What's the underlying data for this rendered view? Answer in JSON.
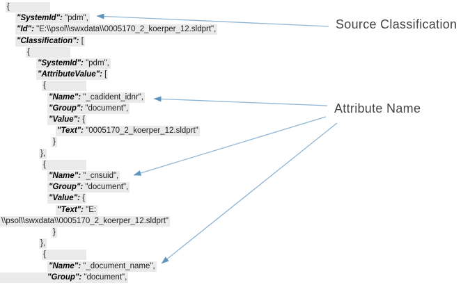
{
  "document_type": "json-viewer-annotated",
  "annotations": {
    "labels": [
      {
        "id": "source-classification",
        "text": "Source Classification"
      },
      {
        "id": "attribute-name",
        "text": "Attribute Name"
      }
    ],
    "label_color": "#454545",
    "arrow_line_color": "#8fb6d6",
    "arrow_head_color": "#5f94bd"
  },
  "json_view": {
    "highlight_color": "#eaeaea",
    "key_color": "#000000",
    "value_color": "#1c1c1c",
    "lines": [
      {
        "indent": 8,
        "key": "",
        "text": "{",
        "trail": 58
      },
      {
        "indent": 22,
        "key": "\"SystemId\":",
        "text": " \"pdm\","
      },
      {
        "indent": 22,
        "key": "\"Id\":",
        "text": " \"E:\\\\psol\\\\swxdata\\\\0005170_2_koerper_12.sldprt\","
      },
      {
        "indent": 22,
        "key": "\"Classification\":",
        "text": " ["
      },
      {
        "indent": 37,
        "key": "",
        "text": "{",
        "trail": 58
      },
      {
        "indent": 52,
        "key": "\"SystemId\":",
        "text": " \"pdm\","
      },
      {
        "indent": 52,
        "key": "\"AttributeValue\":",
        "text": " ["
      },
      {
        "indent": 60,
        "key": "",
        "text": "{",
        "trail": 58
      },
      {
        "indent": 68,
        "key": "\"Name\":",
        "text": " \"_cadident_idnr\","
      },
      {
        "indent": 68,
        "key": "\"Group\":",
        "text": " \"document\","
      },
      {
        "indent": 68,
        "key": "\"Value\":",
        "text": " {"
      },
      {
        "indent": 80,
        "key": "\"Text\":",
        "text": " \"0005170_2_koerper_12.sldprt\""
      },
      {
        "indent": 74,
        "key": "",
        "text": "}"
      },
      {
        "indent": 56,
        "key": "",
        "text": "},"
      },
      {
        "indent": 60,
        "key": "",
        "text": "{",
        "trail": 58
      },
      {
        "indent": 68,
        "key": "\"Name\":",
        "text": " \"_cnsuid\","
      },
      {
        "indent": 68,
        "key": "\"Group\":",
        "text": " \"document\","
      },
      {
        "indent": 68,
        "key": "\"Value\":",
        "text": " {"
      },
      {
        "indent": 80,
        "key": "\"Text\":",
        "text": " \"E:"
      },
      {
        "indent": 0,
        "key": "",
        "text": "\\\\psol\\\\swxdata\\\\0005170_2_koerper_12.sldprt\""
      },
      {
        "indent": 74,
        "key": "",
        "text": "}"
      },
      {
        "indent": 56,
        "key": "",
        "text": "},"
      },
      {
        "indent": 60,
        "key": "",
        "text": "{",
        "trail": 58
      },
      {
        "indent": 68,
        "key": "\"Name\":",
        "text": " \"_document_name\","
      },
      {
        "indent": 68,
        "key": "\"Group\":",
        "text": " \"document\",",
        "fullbleed": true
      }
    ]
  }
}
